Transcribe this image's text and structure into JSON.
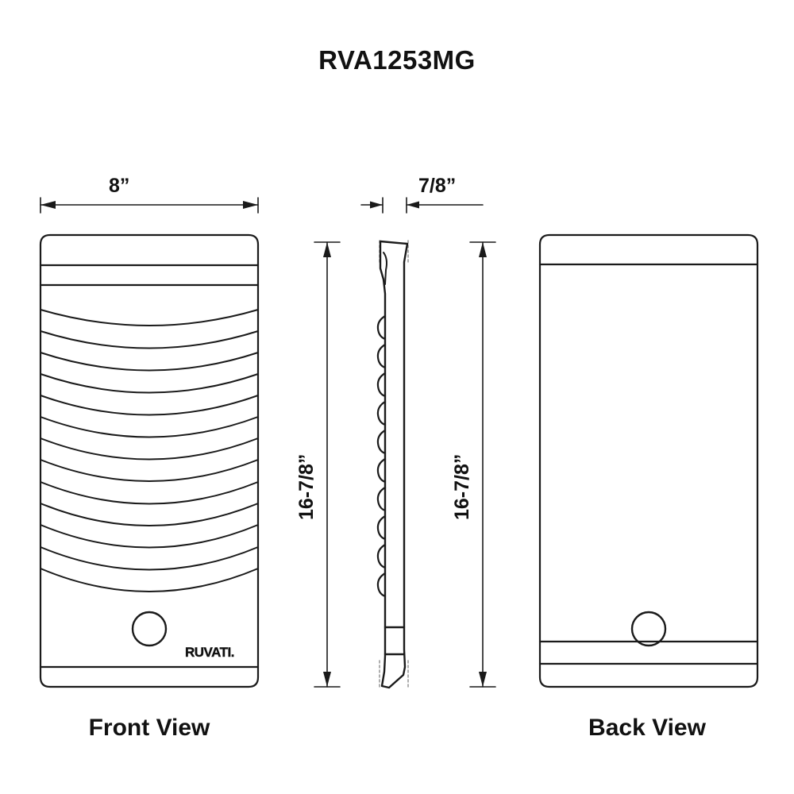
{
  "title": "RVA1253MG",
  "dimensions": {
    "width": "8”",
    "depth": "7/8”",
    "height_front": "16-7/8”",
    "height_back": "16-7/8”"
  },
  "views": {
    "front": {
      "caption": "Front View",
      "brand": "RUVATI."
    },
    "side": {
      "caption": ""
    },
    "back": {
      "caption": "Back View"
    }
  },
  "colors": {
    "background": "#ffffff",
    "line": "#1a1a1a",
    "text": "#111111",
    "guide": "#8c8c8c"
  }
}
